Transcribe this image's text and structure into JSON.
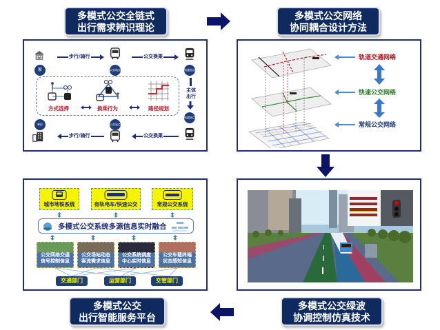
{
  "titles": {
    "top_left": [
      "多模式公交全链式",
      "出行需求辨识理论"
    ],
    "top_right": [
      "多模式公交网络",
      "协同耦合设计方法"
    ],
    "bottom_right": [
      "多模式公交绿波",
      "协调控制仿真技术"
    ],
    "bottom_left": [
      "多模式公交",
      "出行智能服务平台"
    ]
  },
  "panel_demand": {
    "nodes": {
      "home": "家",
      "bus_stop": "公交站点",
      "rail_stop": "轨道站点",
      "work": "单位"
    },
    "edges": {
      "walk_ride_top": "步行/骑行",
      "transfer_top": "公交换乘",
      "walk_ride_bottom": "步行/骑行",
      "transfer_bottom": "公交换乘",
      "main_trip": "主体出行"
    },
    "behaviors": [
      "方式选择",
      "换乘行为",
      "路径规划"
    ]
  },
  "panel_network": {
    "layers": [
      {
        "label": "轨道交通网络",
        "color": "#b0141e"
      },
      {
        "label": "快速公交网络",
        "color": "#2a7a2a"
      },
      {
        "label": "常规公交网络",
        "color": "#1f3d7a"
      }
    ]
  },
  "panel_platform": {
    "systems": [
      "城市地铁系统",
      "有轨电车/快速公交",
      "常规公交系统"
    ],
    "fusion": "多模式公交系统多源信息实时融合",
    "info_sources": [
      [
        "公交网络交通",
        "信号控制信息"
      ],
      [
        "公交场站动态",
        "客流需求信息"
      ],
      [
        "公交系统调度",
        "中心实时信息"
      ],
      [
        "公交车载终端",
        "状态感知信息"
      ]
    ],
    "departments": [
      "交通部门",
      "运营部门",
      "交管部门"
    ]
  },
  "colors": {
    "navy": "#0f2a5e",
    "panel_border": "#1f2c7a",
    "arrow": "#0b1466",
    "yellow": "#f6f400",
    "rail_red": "#b0141e",
    "brt_green": "#2a7a2a",
    "bus_blue": "#1f3d7a",
    "light_arrow": "#4a8ad6"
  }
}
